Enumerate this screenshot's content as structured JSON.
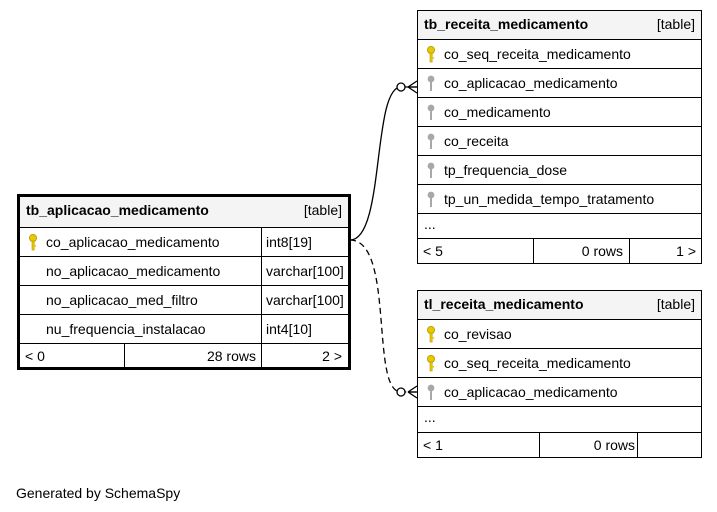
{
  "tables": {
    "aplicacao": {
      "name": "tb_aplicacao_medicamento",
      "label": "[table]",
      "columns": [
        {
          "name": "co_aplicacao_medicamento",
          "type": "int8[19]",
          "key": "primary"
        },
        {
          "name": "no_aplicacao_medicamento",
          "type": "varchar[100]",
          "key": "none"
        },
        {
          "name": "no_aplicacao_med_filtro",
          "type": "varchar[100]",
          "key": "none"
        },
        {
          "name": "nu_frequencia_instalacao",
          "type": "int4[10]",
          "key": "none"
        }
      ],
      "footer": {
        "parents": "< 0",
        "rows": "28 rows",
        "children": "2 >"
      }
    },
    "receita": {
      "name": "tb_receita_medicamento",
      "label": "[table]",
      "columns": [
        {
          "name": "co_seq_receita_medicamento",
          "key": "primary"
        },
        {
          "name": "co_aplicacao_medicamento",
          "key": "foreign"
        },
        {
          "name": "co_medicamento",
          "key": "foreign"
        },
        {
          "name": "co_receita",
          "key": "foreign"
        },
        {
          "name": "tp_frequencia_dose",
          "key": "foreign"
        },
        {
          "name": "tp_un_medida_tempo_tratamento",
          "key": "foreign"
        }
      ],
      "ellipsis": "...",
      "footer": {
        "parents": "< 5",
        "rows": "0 rows",
        "children": "1 >"
      }
    },
    "tl_receita": {
      "name": "tl_receita_medicamento",
      "label": "[table]",
      "columns": [
        {
          "name": "co_revisao",
          "key": "primary"
        },
        {
          "name": "co_seq_receita_medicamento",
          "key": "primary"
        },
        {
          "name": "co_aplicacao_medicamento",
          "key": "foreign"
        }
      ],
      "ellipsis": "...",
      "footer": {
        "parents": "< 1",
        "rows": "0 rows",
        "children": ""
      }
    }
  },
  "relationships": [
    {
      "from": "tb_aplicacao_medicamento.co_aplicacao_medicamento",
      "to": "tb_receita_medicamento.co_aplicacao_medicamento",
      "style": "solid"
    },
    {
      "from": "tb_aplicacao_medicamento.co_aplicacao_medicamento",
      "to": "tl_receita_medicamento.co_aplicacao_medicamento",
      "style": "dashed"
    }
  ],
  "colors": {
    "primary_key": "#e8c800",
    "foreign_key": "#a8a8a8",
    "header_bg": "#f4f4f4"
  },
  "credit": "Generated by SchemaSpy"
}
